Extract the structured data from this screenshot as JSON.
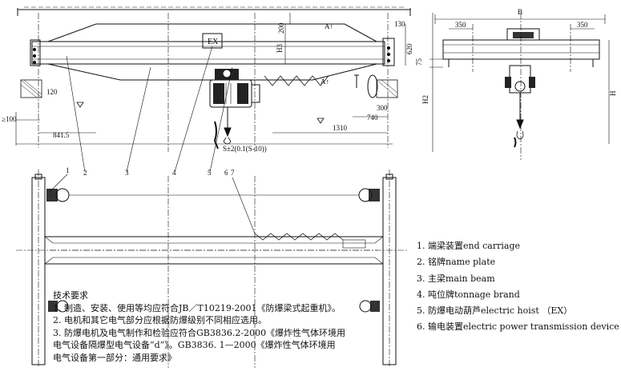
{
  "drawing": {
    "plate_label": "EX",
    "dims": {
      "d130": "130",
      "d200": "200",
      "dH3": "H3",
      "d620": "620",
      "dH2": "H2",
      "d120": "120",
      "d100": "≥100",
      "d8415": "841.5",
      "d1310": "1310",
      "d740": "740",
      "d300": "300",
      "span": "S±2(0.1(S-10))",
      "section": "A↑",
      "section2": "A↑",
      "dB": "B",
      "d350a": "350",
      "d350b": "350",
      "dH": "H",
      "d75": "75"
    },
    "callouts": [
      "1",
      "2",
      "3",
      "4",
      "5",
      "6",
      "7"
    ]
  },
  "legend": [
    {
      "num": "1.",
      "text": "端梁装置end carriage"
    },
    {
      "num": "2.",
      "text": "铭牌name plate"
    },
    {
      "num": "3.",
      "text": "主梁main beam"
    },
    {
      "num": "4.",
      "text": "吨位牌tonnage brand"
    },
    {
      "num": "5.",
      "text": "防爆电动葫芦electric hoist （EX）"
    },
    {
      "num": "6.",
      "text": "输电装置electric power transmission device"
    }
  ],
  "notes": {
    "title": "技术要求",
    "lines": [
      "1.  制造、安装、使用等均应符合JB／T10219-2001《防爆梁式起重机》。",
      "2.  电机和其它电气部分应根据防爆级别不同相应选用。",
      "3.  防爆电机及电气制作和检验应符合GB3836.2-2000《爆炸性气体环境用",
      "电气设备隔爆型电气设备“d”》。GB3836. 1—2000《爆炸性气体环境用",
      "电气设备第一部分：通用要求》"
    ]
  }
}
